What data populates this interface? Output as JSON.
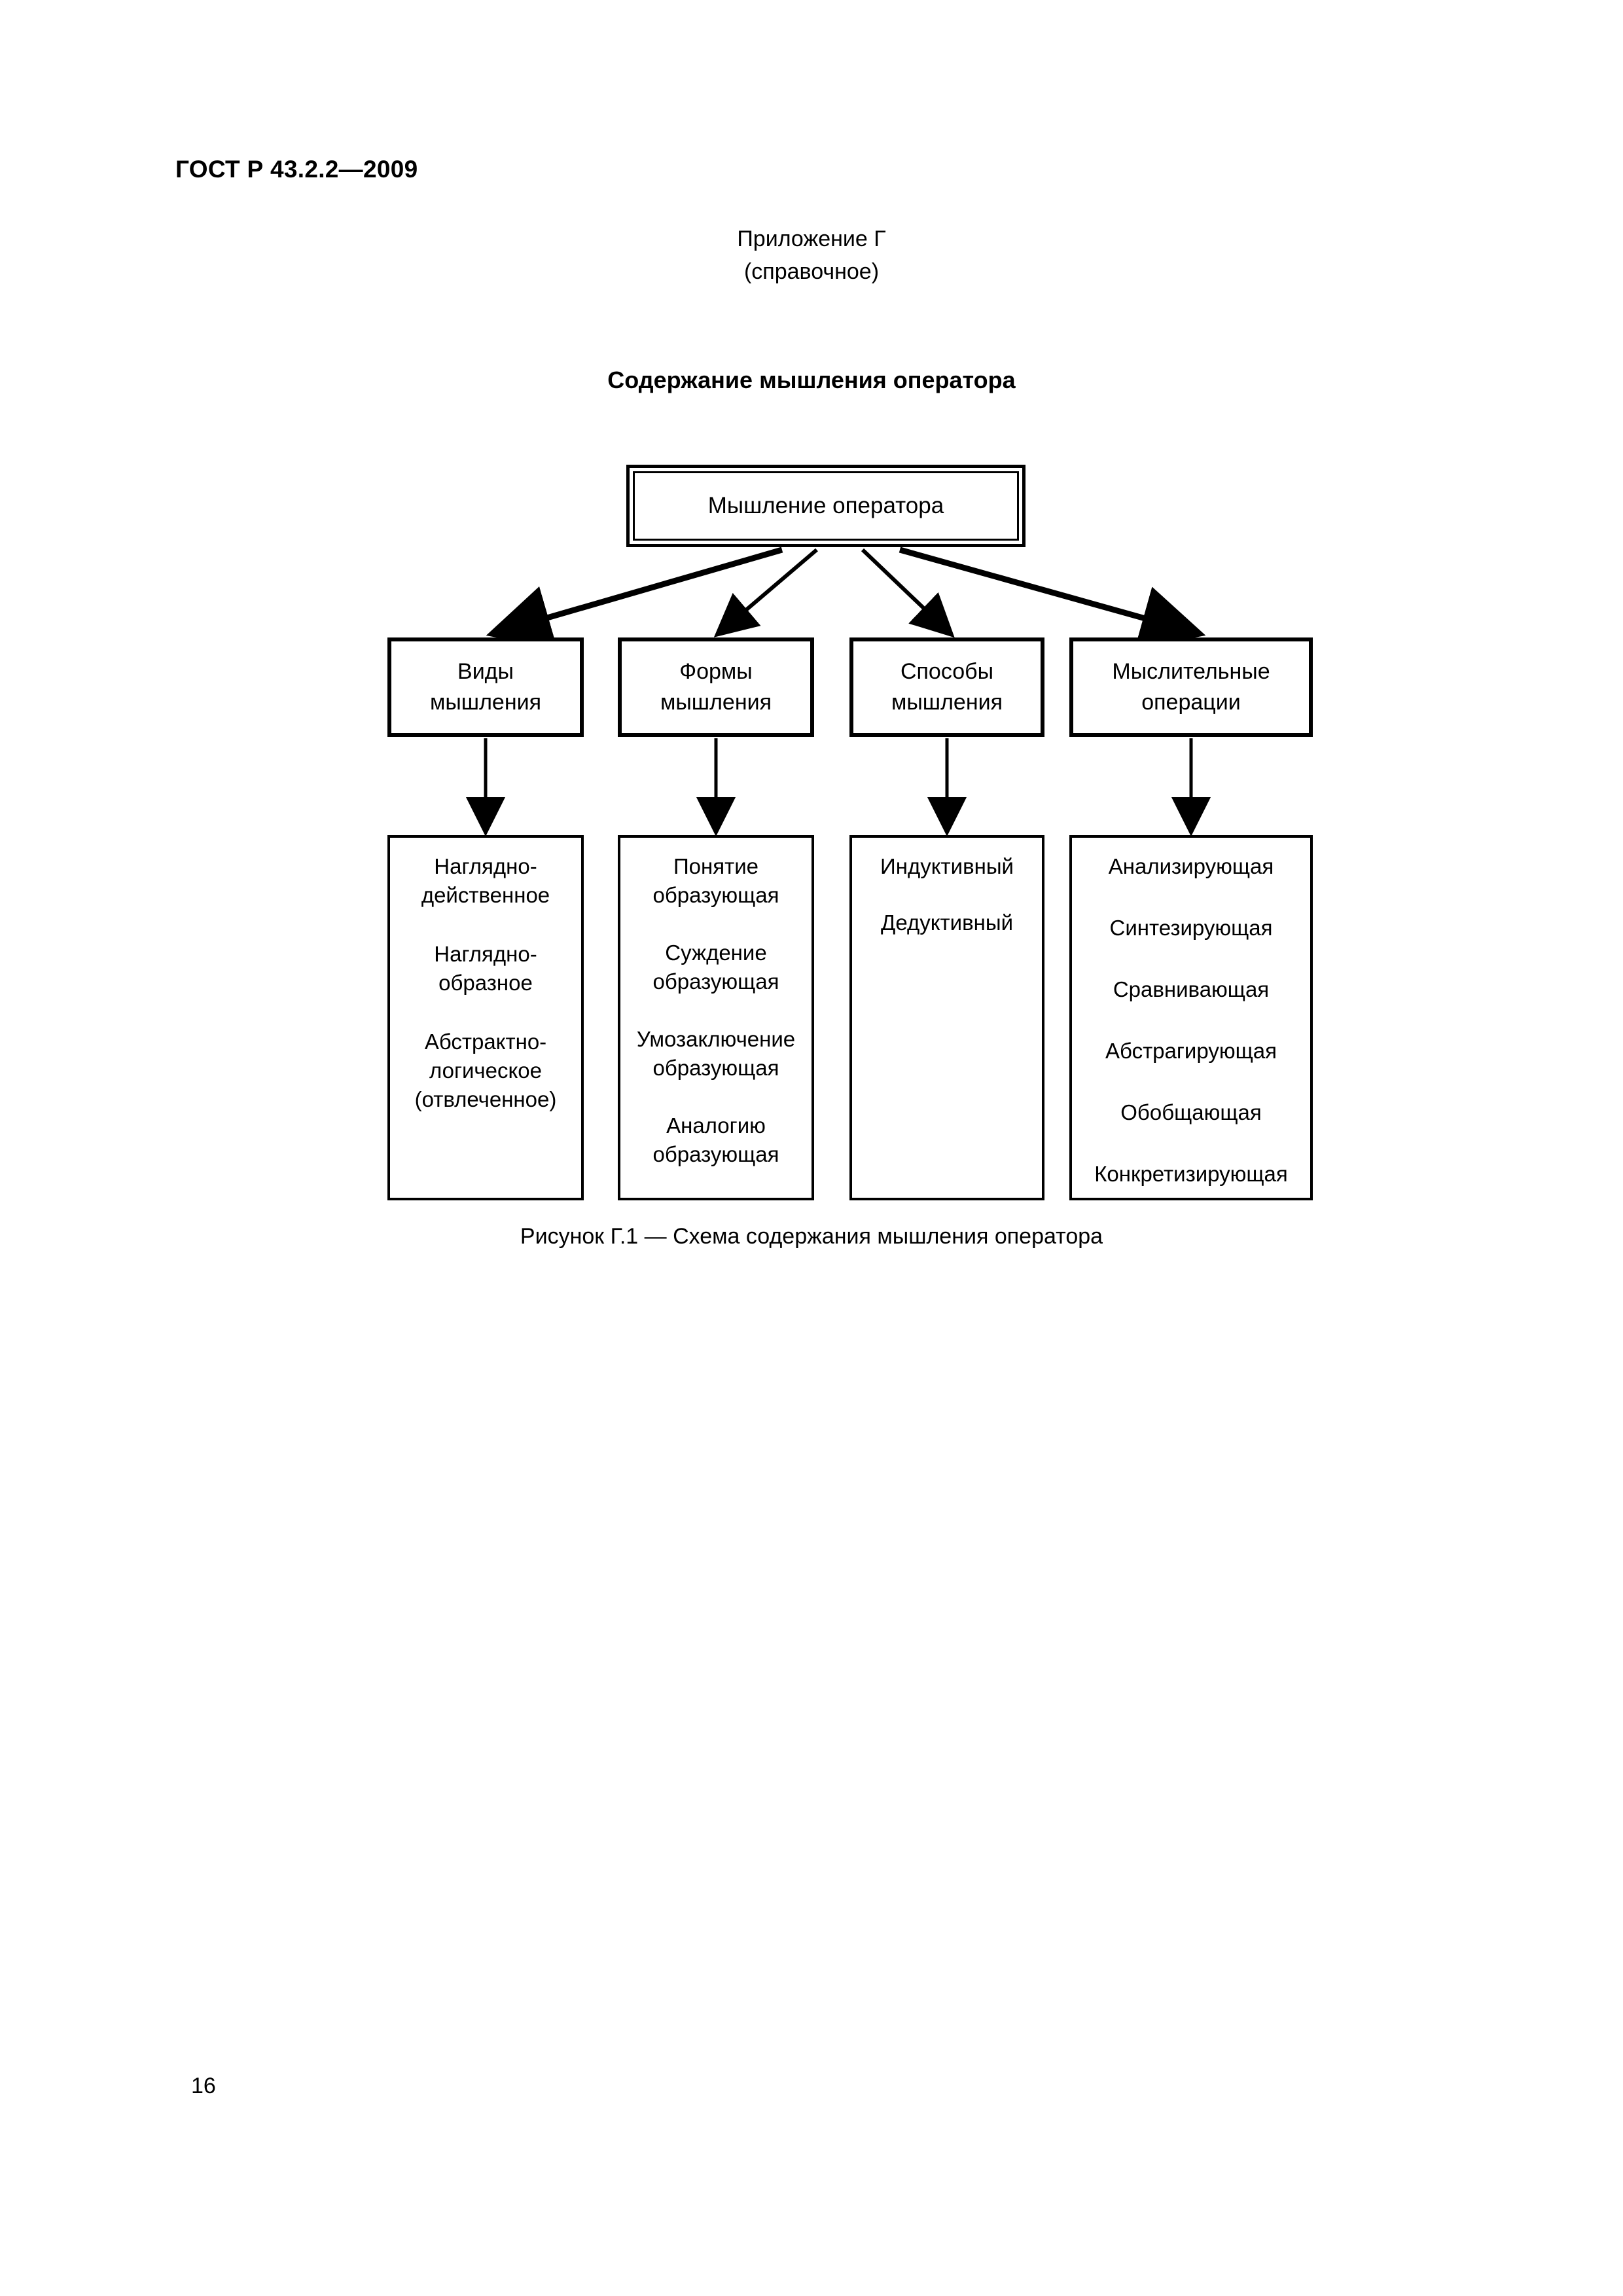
{
  "document": {
    "header": "ГОСТ Р 43.2.2—2009",
    "page_number": "16"
  },
  "annex": {
    "title": "Приложение Г",
    "subtitle": "(справочное)"
  },
  "figure": {
    "title": "Содержание мышления оператора",
    "caption": "Рисунок Г.1 — Схема содержания мышления оператора"
  },
  "diagram": {
    "root": "Мышление оператора",
    "categories": [
      {
        "label": "Виды\nмышления"
      },
      {
        "label": "Формы\nмышления"
      },
      {
        "label": "Способы\nмышления"
      },
      {
        "label": "Мыслительные\nоперации"
      }
    ],
    "columns": [
      {
        "items": [
          "Наглядно-\nдейственное",
          "Наглядно-\nобразное",
          "Абстрактно-\nлогическое\n(отвлеченное)"
        ]
      },
      {
        "items": [
          "Понятие\nобразующая",
          "Суждение\nобразующая",
          "Умозаключение\nобразующая",
          "Аналогию\nобразующая"
        ]
      },
      {
        "items": [
          "Индуктивный",
          "Дедуктивный"
        ]
      },
      {
        "items": [
          "Анализирующая",
          "Синтезирующая",
          "Сравнивающая",
          "Абстрагирующая",
          "Обобщающая",
          "Конкретизирующая"
        ]
      }
    ]
  },
  "colors": {
    "ink": "#000000",
    "paper": "#ffffff"
  }
}
